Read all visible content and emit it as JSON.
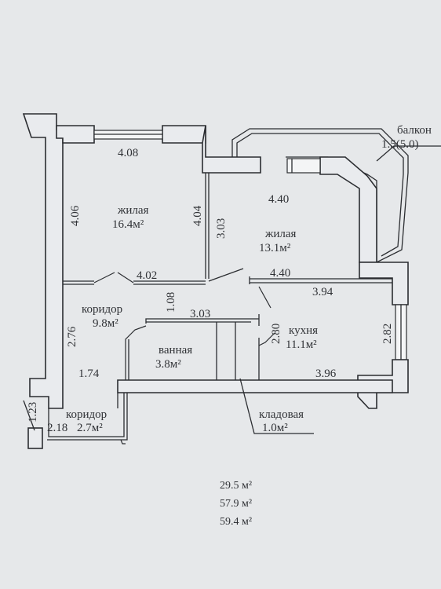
{
  "rooms": {
    "living1": {
      "name": "жилая",
      "area": "16.4м²"
    },
    "living2": {
      "name": "жилая",
      "area": "13.1м²"
    },
    "corridor1": {
      "name": "коридор",
      "area": "9.8м²"
    },
    "bathroom": {
      "name": "ванная",
      "area": "3.8м²"
    },
    "kitchen": {
      "name": "кухня",
      "area": "11.1м²"
    },
    "corridor2": {
      "name": "коридор",
      "area": "2.7м²"
    },
    "storage": {
      "name": "кладовая",
      "area": "1.0м²"
    },
    "balcony": {
      "name": "балкон",
      "area": "1.5(5.0)"
    }
  },
  "dimensions": {
    "d_408": "4.08",
    "d_406": "4.06",
    "d_404": "4.04",
    "d_440_top": "4.40",
    "d_303_v": "3.03",
    "d_402": "4.02",
    "d_440_mid": "4.40",
    "d_394": "3.94",
    "d_108": "1.08",
    "d_303_h": "3.03",
    "d_280": "2.80",
    "d_276": "2.76",
    "d_282": "2.82",
    "d_174": "1.74",
    "d_396": "3.96",
    "d_123": "1.23",
    "d_218": "2.18"
  },
  "totals": [
    "29.5 м²",
    "57.9 м²",
    "59.4 м²"
  ]
}
